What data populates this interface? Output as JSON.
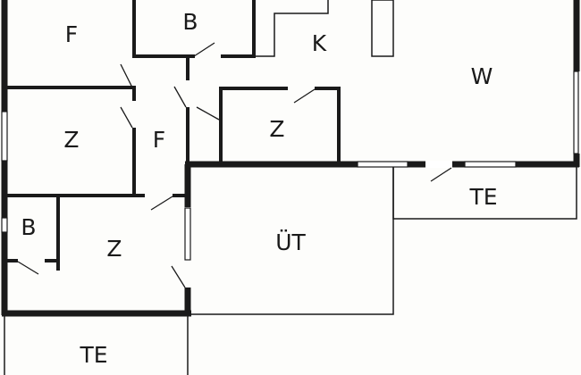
{
  "floor_plan": {
    "rooms": [
      {
        "id": "f-top",
        "label": "F"
      },
      {
        "id": "b-top",
        "label": "B"
      },
      {
        "id": "k",
        "label": "K"
      },
      {
        "id": "w",
        "label": "W"
      },
      {
        "id": "z-left",
        "label": "Z"
      },
      {
        "id": "f-hall",
        "label": "F"
      },
      {
        "id": "z-mid",
        "label": "Z"
      },
      {
        "id": "te-right",
        "label": "TE"
      },
      {
        "id": "b-bottom",
        "label": "B"
      },
      {
        "id": "z-bottom",
        "label": "Z"
      },
      {
        "id": "ut",
        "label": "ÜT"
      },
      {
        "id": "te-bottom",
        "label": "TE"
      }
    ]
  }
}
